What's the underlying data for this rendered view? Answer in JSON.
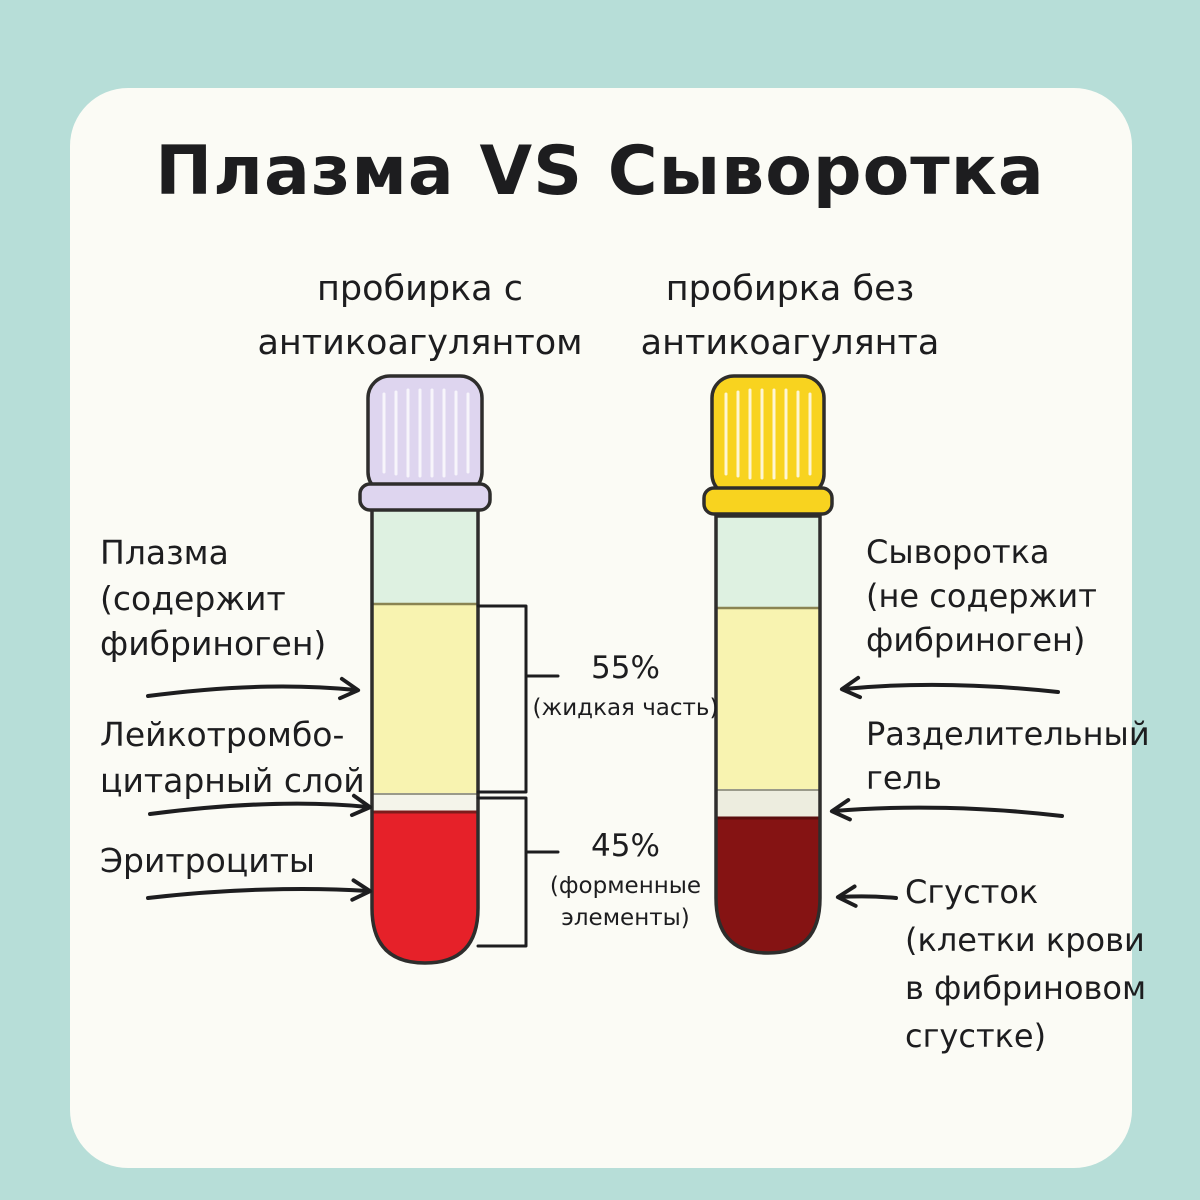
{
  "title": "Плазма VS Сыворотка",
  "colors": {
    "background": "#b7ded8",
    "card": "#fbfbf5",
    "ink": "#1d1d1f",
    "cap_left": "#ded5ef",
    "cap_right": "#f8d31f",
    "tube_air": "#def1e1",
    "plasma": "#f8f3b0",
    "buffy": "#f4f4ea",
    "erythrocytes": "#e62129",
    "serum": "#f8f3b0",
    "gel": "#ededdf",
    "clot": "#851313",
    "outline": "#2e2d2c"
  },
  "tubes": {
    "left": {
      "header": [
        "пробирка с",
        "антикоагулянтом"
      ],
      "labels": {
        "plasma": [
          "Плазма",
          "(содержит",
          "фибриноген)"
        ],
        "buffy": [
          "Лейкотромбо-",
          "цитарный слой"
        ],
        "erythrocytes": [
          "Эритроциты"
        ]
      }
    },
    "right": {
      "header": [
        "пробирка без",
        "антикоагулянта"
      ],
      "labels": {
        "serum": [
          "Сыворотка",
          "(не содержит",
          "фибриноген)"
        ],
        "gel": [
          "Разделительный",
          "гель"
        ],
        "clot": [
          "Сгусток",
          "(клетки крови",
          "в фибриновом",
          "сгустке)"
        ]
      }
    }
  },
  "annotations": {
    "top_fraction": {
      "percent": "55%",
      "note": [
        "(жидкая часть)"
      ]
    },
    "bottom_fraction": {
      "percent": "45%",
      "note": [
        "(форменные",
        "элементы)"
      ]
    }
  }
}
